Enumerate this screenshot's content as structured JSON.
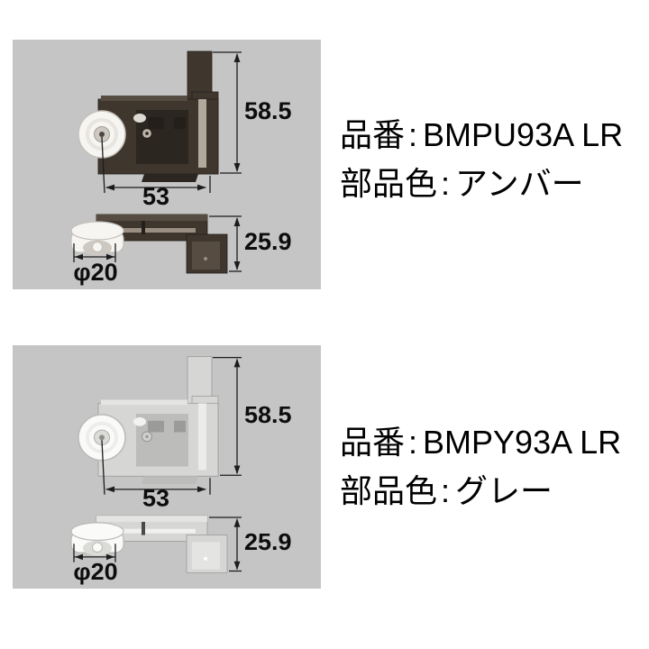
{
  "separator": ":",
  "colors": {
    "page_background": "#ffffff",
    "panel_background": "#c5c5c5",
    "amber_part_body": "#3f362e",
    "gray_part_body": "#d6d6d4",
    "text": "#000000"
  },
  "products": [
    {
      "part_number_label": "品番",
      "part_number": "BMPU93A LR",
      "color_label": "部品色",
      "color_name": "アンバー",
      "dimensions": {
        "height": "58.5",
        "width": "53",
        "thickness": "25.9",
        "roller_diameter": "φ20"
      }
    },
    {
      "part_number_label": "品番",
      "part_number": "BMPY93A LR",
      "color_label": "部品色",
      "color_name": "グレー",
      "dimensions": {
        "height": "58.5",
        "width": "53",
        "thickness": "25.9",
        "roller_diameter": "φ20"
      }
    }
  ]
}
